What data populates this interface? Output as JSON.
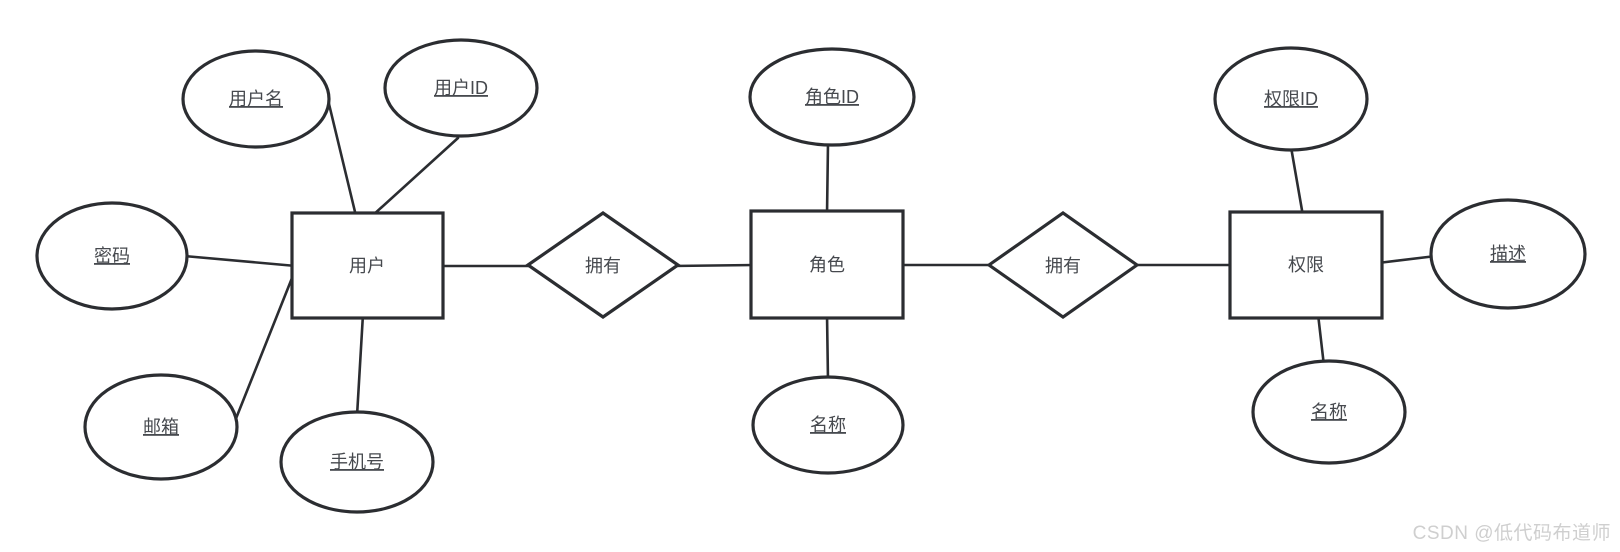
{
  "colors": {
    "stroke": "#2b2d31",
    "shape_fill": "#ffffff",
    "label_text": "#46494e",
    "background": "#ffffff",
    "watermark_text": "#cfcfcf"
  },
  "labels": {
    "user": "用户",
    "username": "用户名",
    "user_id": "用户ID",
    "password": "密码",
    "email": "邮箱",
    "phone": "手机号",
    "owns_user_role": "拥有",
    "role": "角色",
    "role_id": "角色ID",
    "role_name": "名称",
    "owns_role_permission": "拥有",
    "permission": "权限",
    "permission_id": "权限ID",
    "permission_name": "名称",
    "description": "描述"
  },
  "watermark": "CSDN @低代码布道师",
  "diagram": {
    "type": "entity-relationship",
    "entities": [
      {
        "name": "用户",
        "attributes": [
          "用户名",
          "用户ID",
          "密码",
          "邮箱",
          "手机号"
        ]
      },
      {
        "name": "角色",
        "attributes": [
          "角色ID",
          "名称"
        ]
      },
      {
        "name": "权限",
        "attributes": [
          "权限ID",
          "名称",
          "描述"
        ]
      }
    ],
    "relationships": [
      {
        "name": "拥有",
        "from": "用户",
        "to": "角色"
      },
      {
        "name": "拥有",
        "from": "角色",
        "to": "权限"
      }
    ]
  }
}
